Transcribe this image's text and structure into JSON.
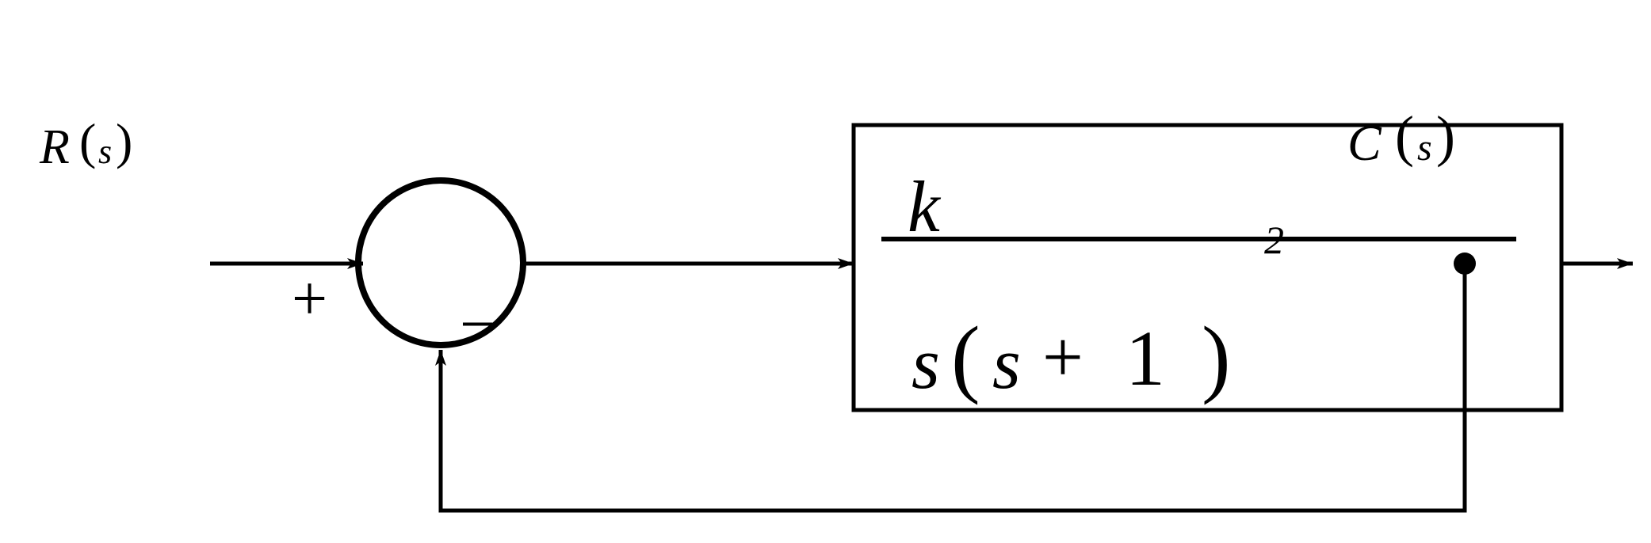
{
  "input_signal": {
    "name": "R",
    "arg": "s"
  },
  "output_signal": {
    "name": "C",
    "arg": "s"
  },
  "summing_junction": {
    "plus_sign": "+",
    "minus_sign": "−"
  },
  "plant": {
    "numerator": "k",
    "denominator": {
      "var": "s",
      "open": "(",
      "inner_var": "s",
      "op": "+",
      "const": "1",
      "close": ")",
      "exponent": "2"
    }
  },
  "colors": {
    "stroke": "#000000",
    "background": "#ffffff"
  }
}
